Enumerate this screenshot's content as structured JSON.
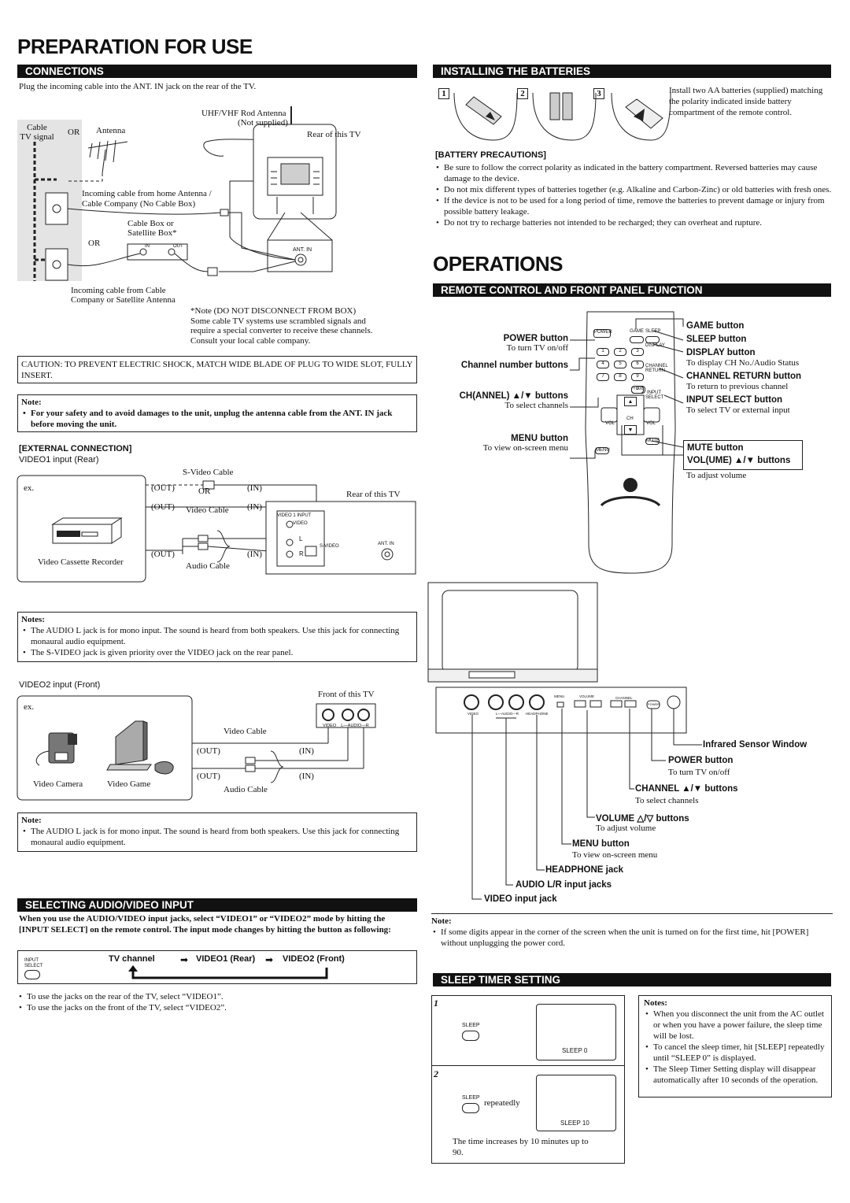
{
  "titles": {
    "preparation": "PREPARATION FOR USE",
    "operations": "OPERATIONS"
  },
  "connections": {
    "bar": "CONNECTIONS",
    "intro": "Plug the incoming cable into the ANT. IN jack on the rear of the TV.",
    "cable_tv_signal": "Cable\nTV signal",
    "or1": "OR",
    "antenna": "Antenna",
    "uhf_vhf": "UHF/VHF Rod Antenna",
    "not_supplied": "(Not supplied)",
    "rear_of_tv": "Rear of this TV",
    "incoming_home": "Incoming cable from home Antenna /",
    "cable_company_no_box": "Cable Company (No Cable Box)",
    "cable_box_or": "Cable Box or",
    "satellite_box": "Satellite Box*",
    "or2": "OR",
    "in": "IN",
    "out": "OUT",
    "ant_in": "ANT. IN",
    "incoming_cable": "Incoming cable from Cable",
    "company_satellite": "Company or Satellite Antenna",
    "note_box": "*Note (DO NOT DISCONNECT FROM BOX)\nSome cable TV systems use scrambled signals and\nrequire a special converter to receive these channels.\nConsult your local cable company.",
    "caution": "CAUTION: TO PREVENT ELECTRIC SHOCK, MATCH WIDE BLADE OF PLUG TO WIDE SLOT, FULLY INSERT.",
    "note_title": "Note:",
    "note_bullet": "For your safety and to avoid damages to the unit, unplug the antenna cable from the ANT. IN jack before moving the unit."
  },
  "external": {
    "heading": "[EXTERNAL CONNECTION]",
    "video1_input": "VIDEO1 input (Rear)",
    "ex": "ex.",
    "s_video_cable": "S-Video Cable",
    "out": "(OUT)",
    "in": "(IN)",
    "or": "OR",
    "video_cable": "Video Cable",
    "audio_cable": "Audio Cable",
    "rear_of_tv": "Rear of this TV",
    "vcr": "Video Cassette Recorder",
    "video1_panel": "VIDEO 1 INPUT",
    "video": "VIDEO",
    "l": "L",
    "r": "R",
    "s_video": "S-VIDEO",
    "ant_in": "ANT. IN",
    "notes_title": "Notes:",
    "notes": [
      "The AUDIO L jack is for mono input. The sound is heard from both speakers. Use this jack for connecting monaural audio equipment.",
      "The S-VIDEO jack is given priority over the VIDEO jack on the rear panel."
    ],
    "video2_input": "VIDEO2 input (Front)",
    "front_of_tv": "Front of this TV",
    "video_camera": "Video Camera",
    "video_game": "Video Game",
    "front_jacks": "VIDEO    L—AUDIO—R",
    "note2_title": "Note:",
    "note2": "The AUDIO L jack is for mono input. The sound is heard from both speakers. Use this jack for connecting monaural audio equipment."
  },
  "selecting": {
    "bar": "SELECTING AUDIO/VIDEO INPUT",
    "intro": "When you use the AUDIO/VIDEO input jacks, select “VIDEO1” or “VIDEO2” mode by hitting the [INPUT SELECT] on the remote control. The input mode changes by hitting the button as following:",
    "input_select_label": "INPUT\nSELECT",
    "flow": [
      "TV channel",
      "VIDEO1 (Rear)",
      "VIDEO2 (Front)"
    ],
    "bullets": [
      "To use the jacks on the rear of the TV, select “VIDEO1”.",
      "To use the jacks on the front of the TV, select “VIDEO2”."
    ]
  },
  "batteries": {
    "bar": "INSTALLING THE BATTERIES",
    "steps": [
      "1",
      "2",
      "3"
    ],
    "text": "Install two AA batteries (supplied) matching the polarity indicated inside battery compartment of the remote control.",
    "precautions_title": "[BATTERY PRECAUTIONS]",
    "precautions": [
      "Be sure to follow the correct polarity as indicated in the battery compartment. Reversed batteries may cause damage to the device.",
      "Do not mix different types of batteries together (e.g. Alkaline and Carbon-Zinc) or old batteries with fresh ones.",
      "If the device is not to be used for a long period of time, remove the batteries to prevent damage or injury from possible battery leakage.",
      "Do not try to recharge batteries not intended to be recharged; they can overheat and rupture."
    ]
  },
  "remote": {
    "bar": "REMOTE CONTROL AND FRONT PANEL FUNCTION",
    "left_labels": [
      {
        "title": "POWER button",
        "desc": "To turn TV on/off"
      },
      {
        "title": "Channel number buttons",
        "desc": ""
      },
      {
        "title": "CH(ANNEL) ▲/▼ buttons",
        "desc": "To select channels"
      },
      {
        "title": "MENU button",
        "desc": "To view on-screen menu"
      }
    ],
    "right_labels": [
      {
        "title": "GAME button",
        "desc": ""
      },
      {
        "title": "SLEEP button",
        "desc": ""
      },
      {
        "title": "DISPLAY button",
        "desc": "To display CH No./Audio Status"
      },
      {
        "title": "CHANNEL RETURN button",
        "desc": "To return to previous channel"
      },
      {
        "title": "INPUT SELECT button",
        "desc": "To select TV or external input"
      },
      {
        "title": "MUTE button",
        "desc": ""
      },
      {
        "title": "VOL(UME) ▲/▼ buttons",
        "desc": "To adjust volume"
      }
    ],
    "keys": {
      "power": "POWER",
      "game": "GAME",
      "sleep": "SLEEP",
      "display": "DISPLAY",
      "channel_return": "CHANNEL\nRETURN",
      "input_select": "INPUT\nSELECT",
      "vol_minus": "VOL",
      "vol_plus": "VOL",
      "mute": "MUTE",
      "menu": "MENU",
      "plus100": "+100",
      "ch": "CH"
    },
    "digits": [
      "1",
      "2",
      "3",
      "4",
      "5",
      "6",
      "7",
      "8",
      "9",
      "0"
    ]
  },
  "front_panel": {
    "labels": [
      {
        "title": "Infrared Sensor Window",
        "desc": ""
      },
      {
        "title": "POWER button",
        "desc": "To turn TV on/off"
      },
      {
        "title": "CHANNEL ▲/▼ buttons",
        "desc": "To select channels"
      },
      {
        "title": "VOLUME △/▽ buttons",
        "desc": "To adjust volume"
      },
      {
        "title": "MENU button",
        "desc": "To view on-screen menu"
      },
      {
        "title": "HEADPHONE jack",
        "desc": ""
      },
      {
        "title": "AUDIO L/R input jacks",
        "desc": ""
      },
      {
        "title": "VIDEO input jack",
        "desc": ""
      }
    ],
    "panel_text": {
      "menu": "MENU",
      "volume": "VOLUME",
      "channel": "CHANNEL",
      "power": "POWER",
      "video": "VIDEO",
      "audio": "L—AUDIO—R",
      "headphone": "HEADPHONE"
    },
    "note_title": "Note:",
    "note": "If some digits appear in the corner of the screen when the unit is turned on for the first time, hit [POWER] without unplugging the power cord."
  },
  "sleep": {
    "bar": "SLEEP TIMER SETTING",
    "step1": "1",
    "step2": "2",
    "sleep_key": "SLEEP",
    "repeatedly": "repeatedly",
    "screen1": "SLEEP 0",
    "screen2": "SLEEP 10",
    "increase": "The time increases by 10 minutes up to 90.",
    "notes_title": "Notes:",
    "notes": [
      "When you disconnect the unit from the AC outlet or when you have a power failure, the sleep time will be lost.",
      "To cancel the sleep timer, hit [SLEEP] repeatedly until “SLEEP 0” is displayed.",
      "The Sleep Timer Setting display will disappear automatically after 10 seconds of the operation."
    ]
  }
}
